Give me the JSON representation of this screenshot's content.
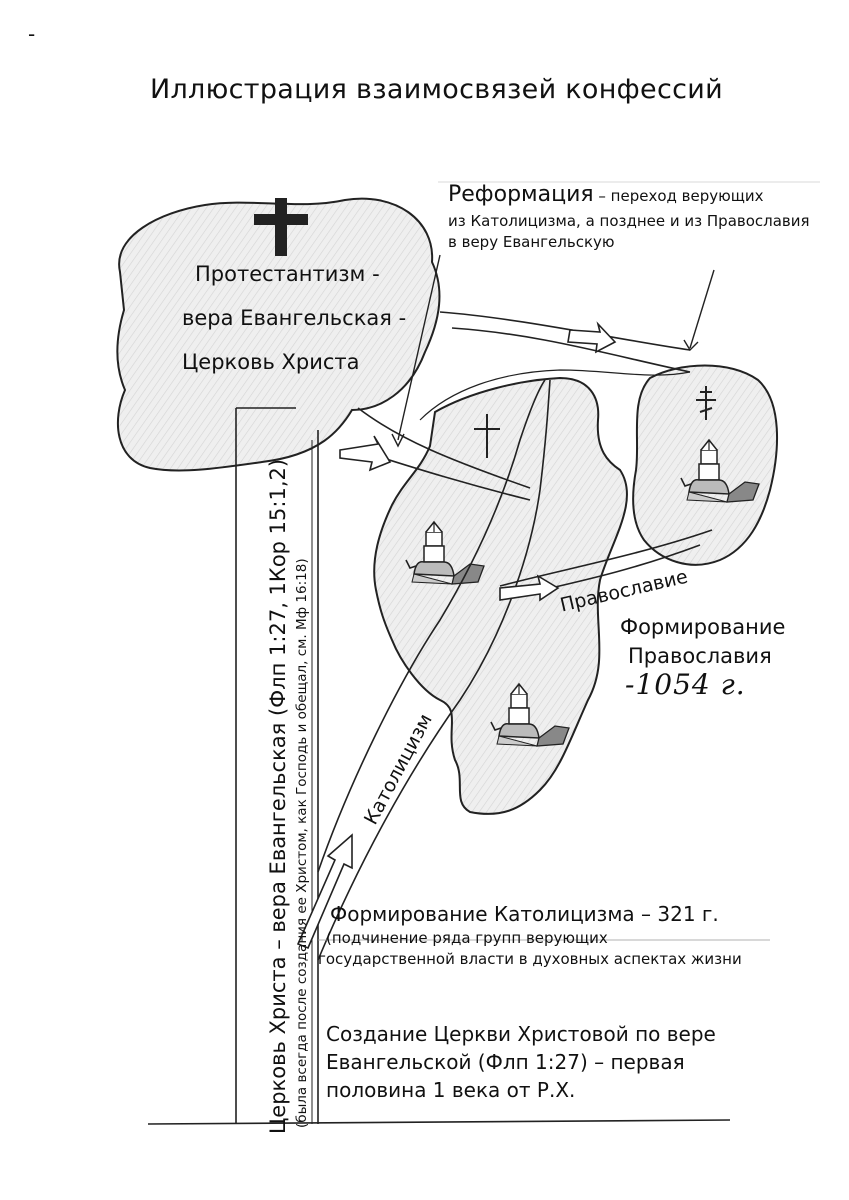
{
  "title": "Иллюстрация взаимосвязей конфессий",
  "corner_mark": "-",
  "reformation": {
    "heading": "Реформация",
    "line1": " – переход верующих",
    "line2": "из Католицизма, а позднее и из Православия",
    "line3": "в веру Евангельскую"
  },
  "protestantism": {
    "line1": "Протестантизм -",
    "line2": "вера Евангельская -",
    "line3": "Церковь Христа"
  },
  "orthodoxy": {
    "arrow_label": "Православие",
    "formation_line1": "Формирование",
    "formation_line2": "Православия",
    "year": "-1054 г."
  },
  "catholicism": {
    "arrow_label": "Католицизм",
    "formation": "Формирование Католицизма – 321 г.",
    "note_line1": "(подчинение ряда групп верующих",
    "note_line2": "государственной власти в духовных аспектах жизни"
  },
  "founding": {
    "line1": "Создание Церкви Христовой по вере",
    "line2": "Евангельской (Флп 1:27) – первая",
    "line3": "половина 1 века от Р.Х."
  },
  "vertical": {
    "main": "Церковь Христа – вера Евангельская (Флп 1:27, 1Кор 15:1,2)",
    "sub": "(была всегда после создания ее Христом, как Господь и обещал, см. Мф 16:18)"
  },
  "icons": [
    "latin-cross-icon",
    "orthodox-cross-icon",
    "bishop-figure-icon"
  ],
  "colors": {
    "ink": "#111111",
    "blob_fill": "#ebebeb",
    "paper": "#ffffff"
  }
}
